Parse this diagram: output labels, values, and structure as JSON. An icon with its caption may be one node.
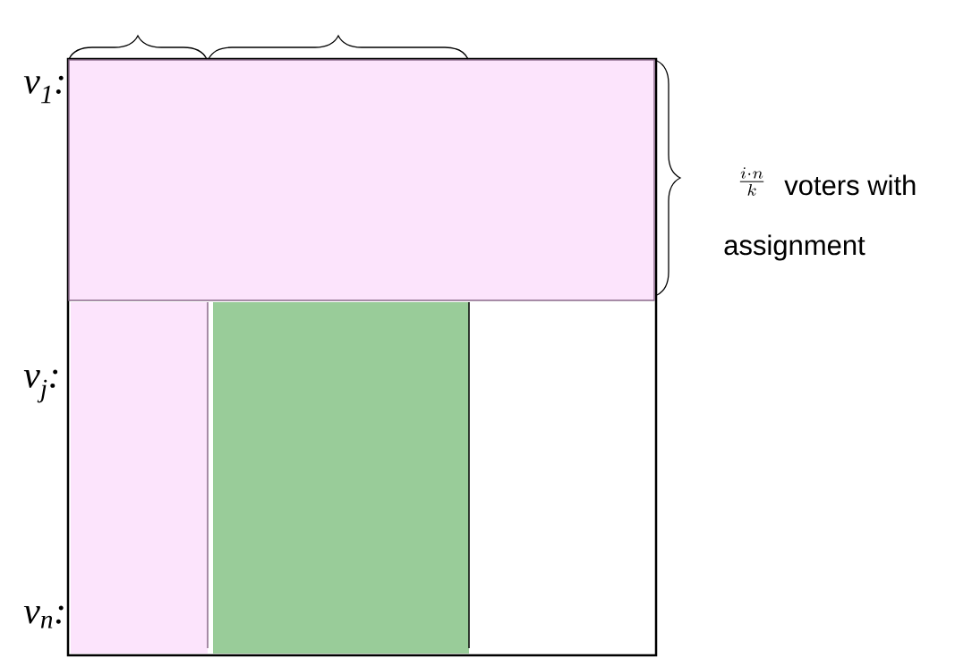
{
  "diagram": {
    "nodes": [
      {
        "text": [],
        "shape": "box"
      },
      {
        "text": [],
        "shape": "box",
        "in": 0
      },
      {
        "text": [],
        "shape": "box",
        "in": 0
      },
      {
        "text": [],
        "shape": "box",
        "in": 0
      }
    ],
    "labels": [
      "v$_{1}$:",
      "v$_{j}$:",
      "v$_{n}$:",
      "\\frac{i \\cdot n}{k}",
      "voters with assignment"
    ]
  }
}
